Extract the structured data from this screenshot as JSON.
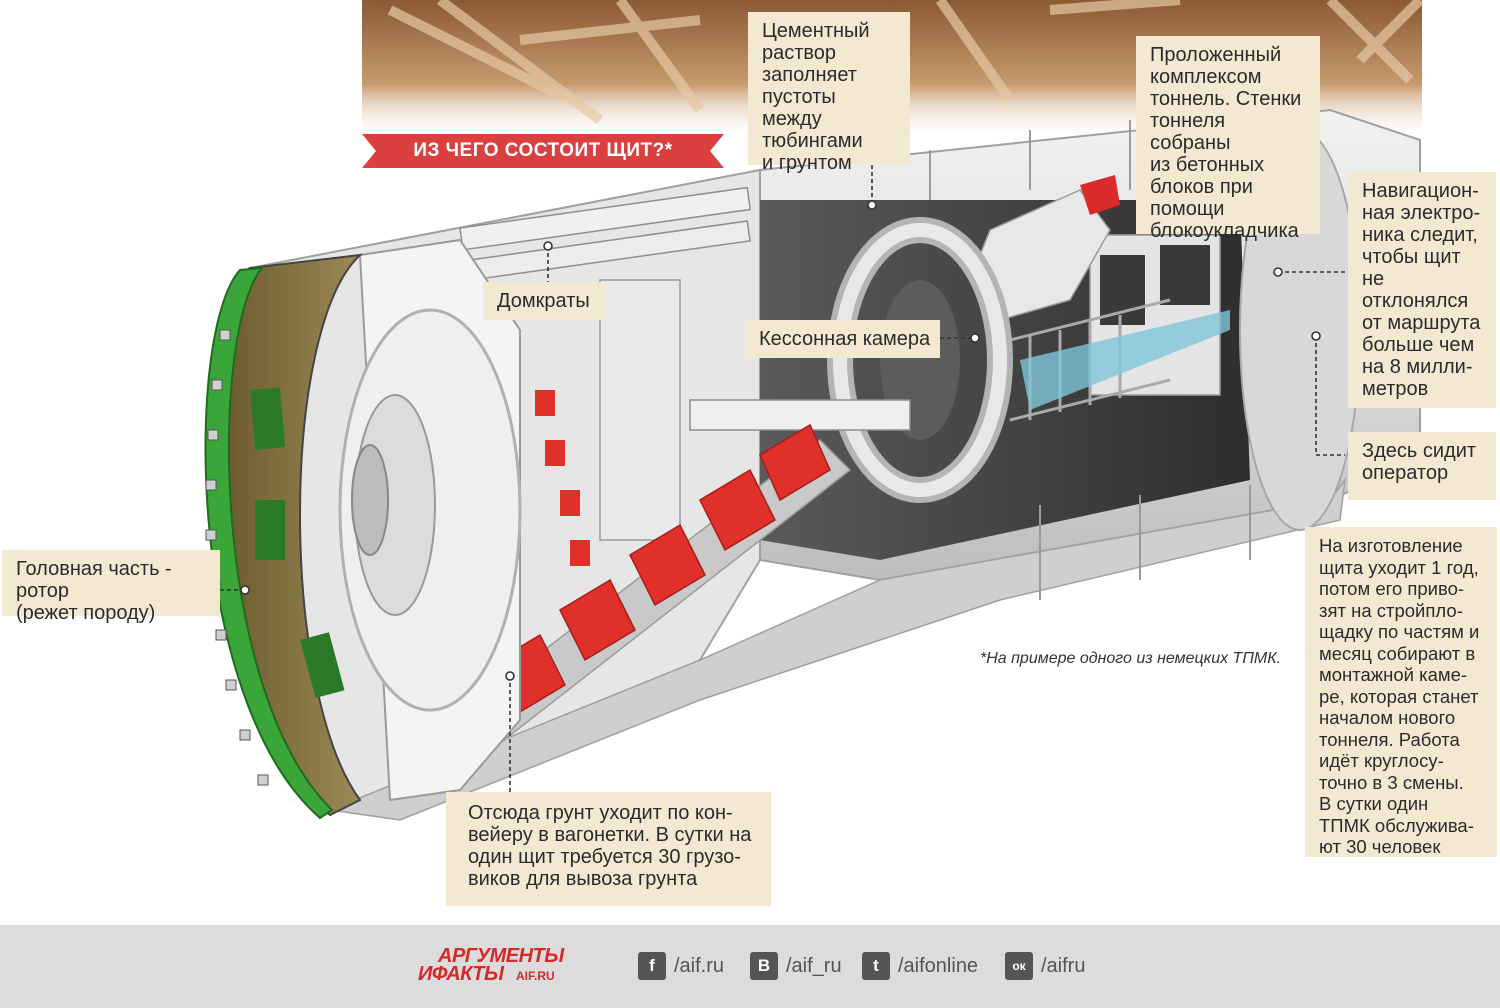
{
  "title": "ИЗ ЧЕГО СОСТОИТ ЩИТ?*",
  "labels": {
    "cement": "Цементный\nраствор\nзаполняет\nпустоты между\nтюбингами\nи грунтом",
    "tunnel": "Проложенный\nкомплексом\nтоннель. Стенки\nтоннеля собраны\nиз бетонных\nблоков при\nпомощи\nблокоукладчика",
    "navigation": "Навигацион-\nная электро-\nника следит,\nчтобы щит не\nотклонялся\nот маршрута\nбольше чем\nна 8 милли-\nметров",
    "jacks": "Домкраты",
    "caisson": "Кессонная камера",
    "operator": "Здесь сидит\nоператор",
    "rotor": "Головная часть - ротор\n(режет породу)",
    "production": "На изготовление\nщита уходит 1 год,\nпотом его приво-\nзят на стройпло-\nщадку по частям и\nмесяц собирают в\nмонтажной каме-\nре, которая станет\nначалом нового\nтоннеля. Работа\nидёт круглосу-\nточно в 3 смены.\nВ сутки один\nТПМК обслужива-\nют 30 человек",
    "soil": "Отсюда грунт уходит по кон-\nвейеру в вагонетки. В сутки на\nодин щит требуется 30 грузо-\nвиков для вывоза грунта"
  },
  "footnote": "*На примере одного из немецких ТПМК.",
  "footer": {
    "logo_line1": "АРГУМЕНТЫ",
    "logo_line2": "ИФАКТЫ",
    "logo_site": "AIF.RU",
    "social": [
      {
        "icon": "facebook-icon",
        "glyph": "f",
        "handle": "/aif.ru"
      },
      {
        "icon": "vk-icon",
        "glyph": "В",
        "handle": "/aif_ru"
      },
      {
        "icon": "twitter-icon",
        "glyph": "t",
        "handle": "/aifonline"
      },
      {
        "icon": "odnoklassniki-icon",
        "glyph": "ок",
        "handle": "/aifru"
      }
    ]
  },
  "colors": {
    "ribbon": "#d9403f",
    "label_bg": "#f3e9d2",
    "rotor_green": "#3aa63a",
    "conveyor_red": "#e0302a",
    "machine_grey": "#d6d6d6",
    "footer_bg": "#dcdcdc"
  }
}
